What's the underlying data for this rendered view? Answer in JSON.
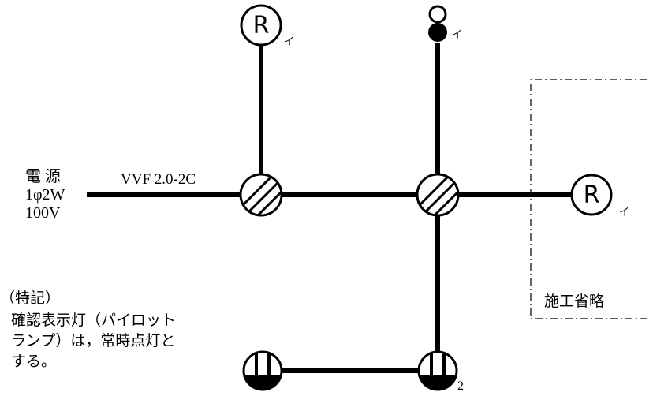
{
  "power_source": {
    "title": "電 源",
    "phase": "1φ2W",
    "voltage": "100V"
  },
  "cable_label": "VVF 2.0-2C",
  "switch_labels": {
    "lamp_top": "イ",
    "pilot": "イ",
    "lamp_right": "イ"
  },
  "lamp_symbol_letter": "R",
  "outlet_count_label": "2",
  "omitted_area_label": "施工省略",
  "notes": {
    "heading": "（特記）",
    "lines": [
      "確認表示灯（パイロット",
      "ランプ）は，常時点灯と",
      "する。"
    ]
  }
}
